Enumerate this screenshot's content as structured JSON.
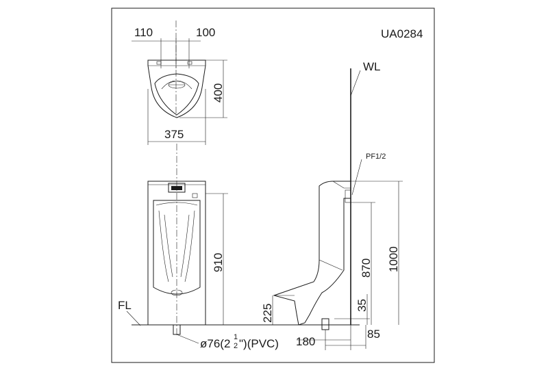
{
  "drawing": {
    "model_code": "UA0284",
    "top_view": {
      "left_offset": "110",
      "right_offset": "100",
      "depth": "400",
      "width": "375"
    },
    "front_view": {
      "height": "910",
      "floor_label": "FL",
      "drain_label": "ø76(2",
      "drain_fraction_num": "1",
      "drain_fraction_den": "2",
      "drain_suffix": "\")(PVC)"
    },
    "side_view": {
      "wall_label": "WL",
      "supply_label": "PF1/2",
      "inlet_height": "870",
      "total_height": "1000",
      "outlet_height": "225",
      "low_rise": "35",
      "outlet_offset": "180",
      "inlet_offset": "85"
    }
  }
}
